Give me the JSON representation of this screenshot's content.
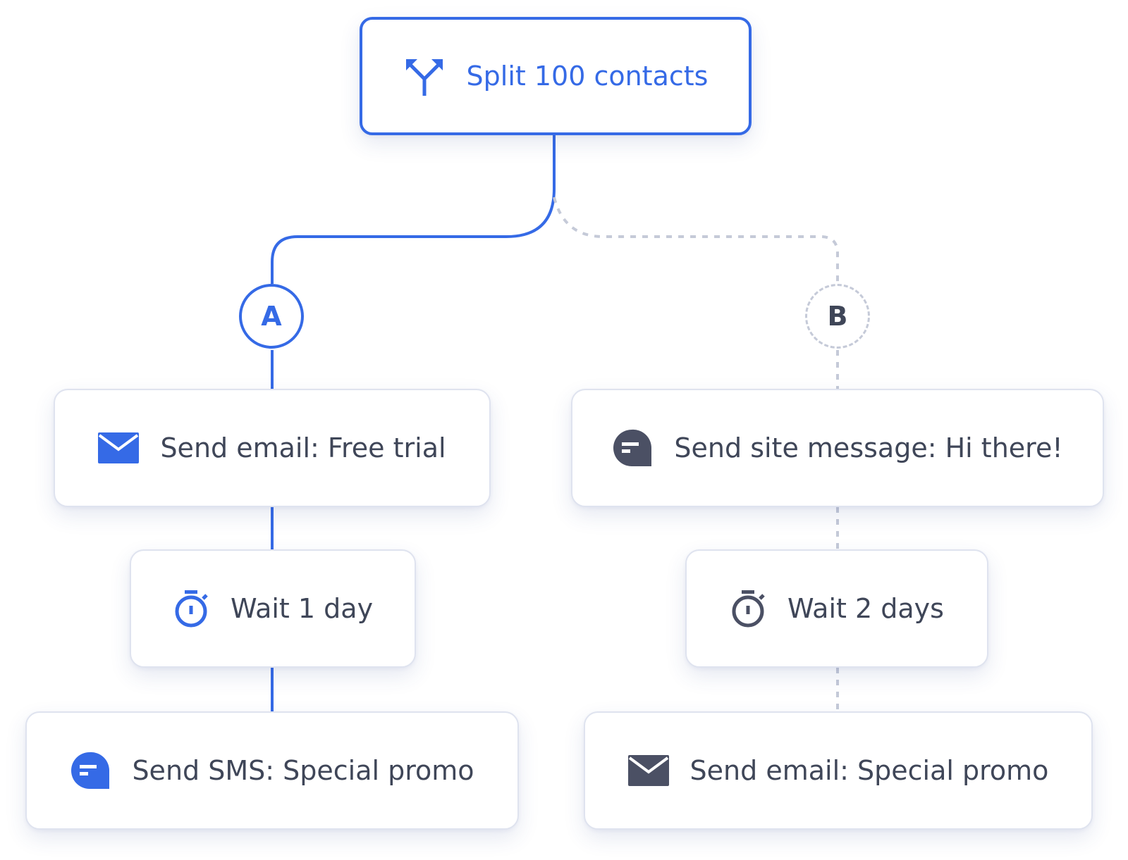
{
  "colors": {
    "accent": "#356ae6",
    "muted_line": "#c5cad8",
    "text": "#3f4658",
    "icon_dark": "#4b5064"
  },
  "split": {
    "label": "Split 100 contacts",
    "icon": "split-arrows-icon"
  },
  "branches": [
    {
      "badge": "A",
      "steps": [
        {
          "label": "Send email: Free trial",
          "icon": "envelope-icon"
        },
        {
          "label": "Wait 1 day",
          "icon": "stopwatch-icon"
        },
        {
          "label": "Send SMS: Special promo",
          "icon": "chat-bubble-icon"
        }
      ]
    },
    {
      "badge": "B",
      "steps": [
        {
          "label": "Send site message: Hi there!",
          "icon": "chat-bubble-icon"
        },
        {
          "label": "Wait 2 days",
          "icon": "stopwatch-icon"
        },
        {
          "label": "Send email: Special promo",
          "icon": "envelope-icon"
        }
      ]
    }
  ]
}
